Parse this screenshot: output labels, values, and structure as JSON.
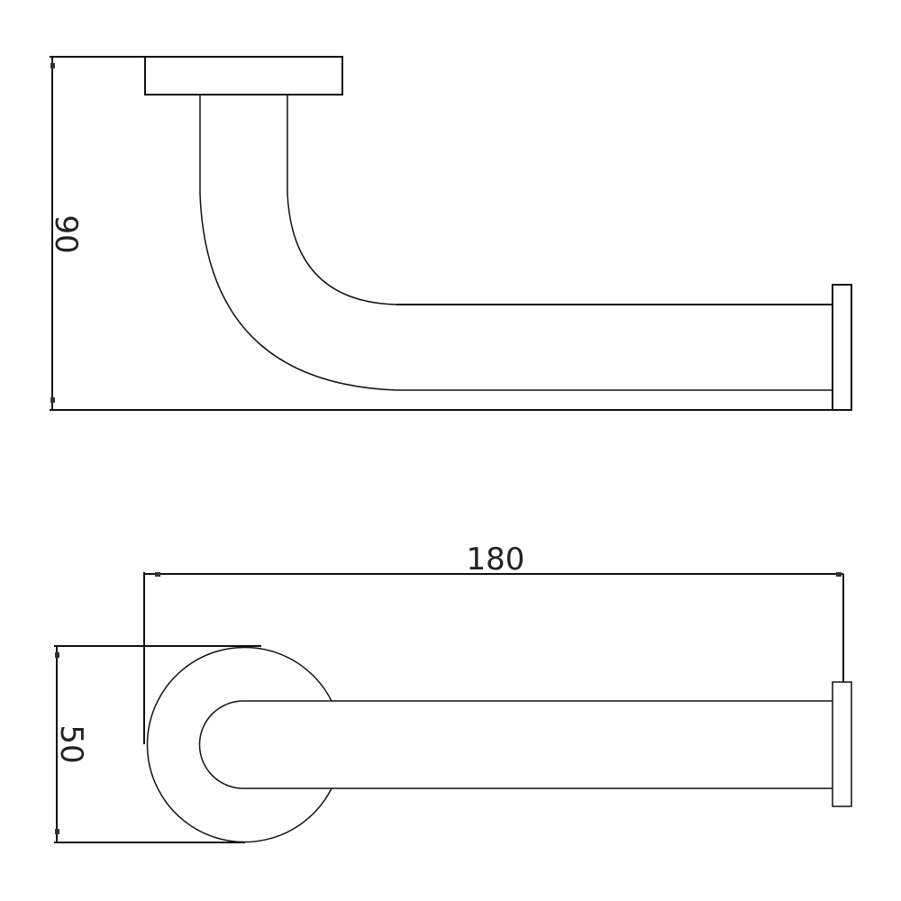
{
  "dimensions": {
    "height": "90",
    "length": "180",
    "diameter": "50"
  }
}
